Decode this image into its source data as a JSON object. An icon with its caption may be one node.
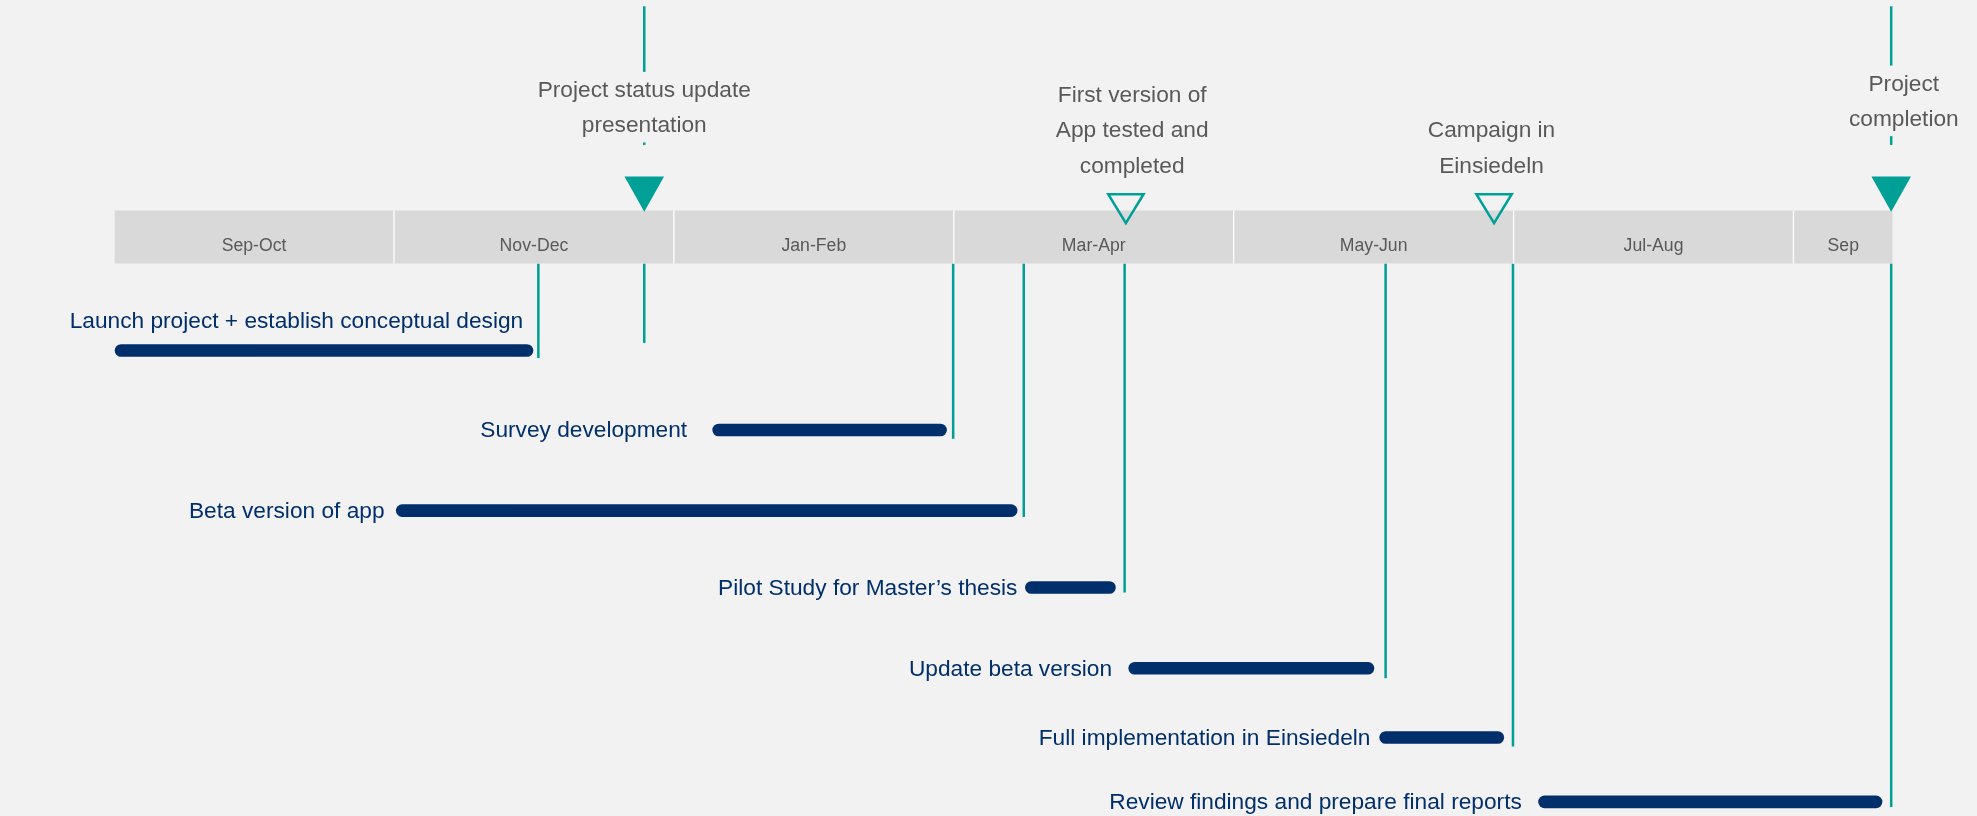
{
  "diagram": {
    "nodes": [
      {
        "text": [],
        "shape": "triangle",
        "beside": [
          "Project status update presentation"
        ]
      },
      {
        "text": [],
        "shape": "triangle",
        "beside": [
          "First version of App tested and completed"
        ]
      },
      {
        "text": [],
        "shape": "triangle",
        "beside": [
          "Campaign in Einsiedeln"
        ]
      },
      {
        "text": [],
        "shape": "triangle",
        "beside": [
          "Project completion"
        ]
      },
      {
        "text": [
          "Sep-Oct"
        ]
      },
      {
        "text": [
          "Nov-Dec"
        ]
      },
      {
        "text": [
          "Jan-Feb"
        ]
      },
      {
        "text": [
          "Mar-Apr"
        ]
      },
      {
        "text": [
          "May-Jun"
        ]
      },
      {
        "text": [
          "Jul-Aug"
        ]
      },
      {
        "text": [
          "Sep"
        ]
      },
      {
        "text": [],
        "shape": "bar",
        "beside": [
          "Launch project + establish conceptual design"
        ]
      },
      {
        "text": [],
        "shape": "bar",
        "beside": [
          "Survey development"
        ]
      },
      {
        "text": [],
        "shape": "bar",
        "beside": [
          "Beta version of app"
        ]
      },
      {
        "text": [],
        "shape": "bar",
        "beside": [
          "Pilot Study for Master’s thesis"
        ]
      },
      {
        "text": [],
        "shape": "bar",
        "beside": [
          "Update beta version"
        ]
      },
      {
        "text": [],
        "shape": "bar",
        "beside": [
          "Full implementation in Einsiedeln"
        ]
      },
      {
        "text": [],
        "shape": "bar",
        "beside": [
          "Review findings and prepare final reports"
        ]
      }
    ],
    "edges": [
      {
        "from": 5,
        "to": 11,
        "arrow": "none"
      },
      {
        "from": 6,
        "to": 12,
        "arrow": "none"
      },
      {
        "from": 7,
        "to": 13,
        "arrow": "none"
      },
      {
        "from": 7,
        "to": 14,
        "arrow": "none"
      },
      {
        "from": 8,
        "to": 15,
        "arrow": "none"
      },
      {
        "from": 9,
        "to": 16,
        "arrow": "none"
      },
      {
        "from": 10,
        "to": 17,
        "arrow": "none"
      }
    ]
  }
}
